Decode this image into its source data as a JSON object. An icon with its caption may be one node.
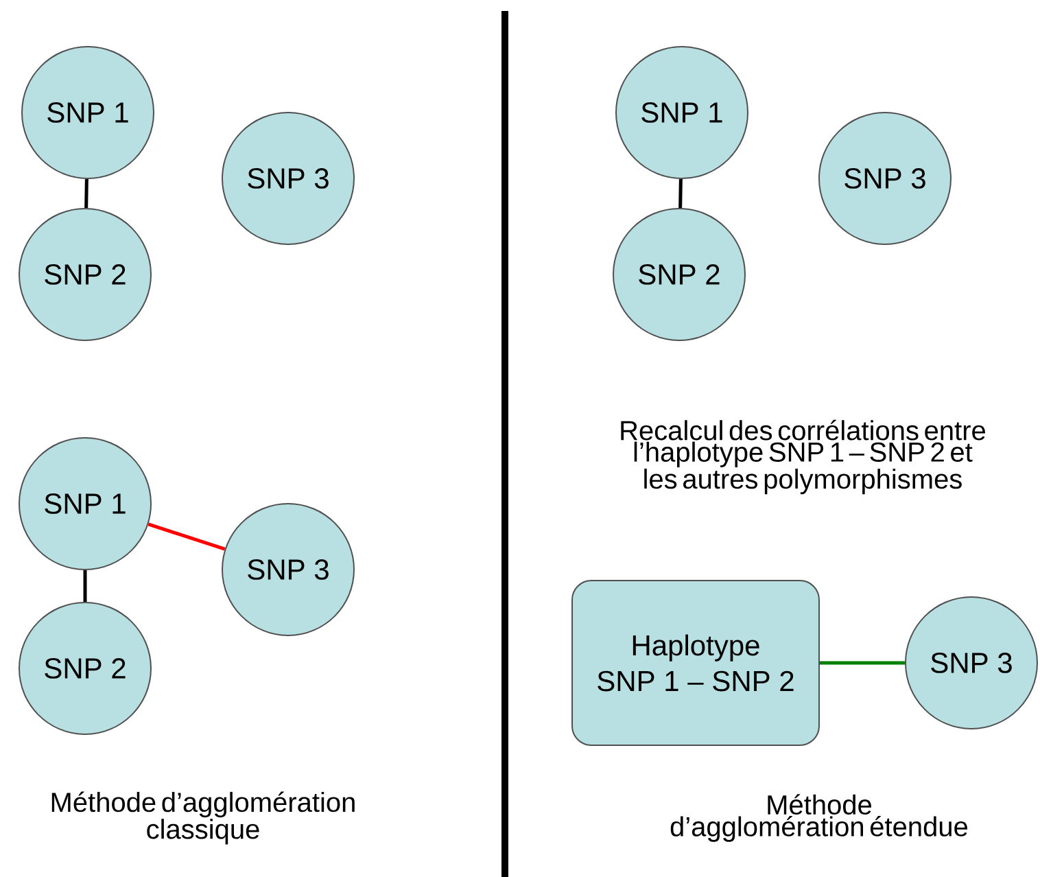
{
  "diagram": {
    "nodes": [
      {
        "text": [
          "SNP 1"
        ]
      },
      {
        "text": [
          "SNP 2"
        ]
      },
      {
        "text": [
          "SNP 3"
        ]
      },
      {
        "text": [
          "SNP 1"
        ]
      },
      {
        "text": [
          "SNP 2"
        ]
      },
      {
        "text": [
          "SNP 3"
        ]
      },
      {
        "text": [
          "SNP 1"
        ]
      },
      {
        "text": [
          "SNP 3"
        ]
      },
      {
        "text": [
          "SNP 2"
        ]
      },
      {
        "text": [
          "Haplotype SNP 1 – SNP 2"
        ]
      },
      {
        "text": [
          "SNP 3"
        ]
      }
    ],
    "edges": [
      {
        "from": 0,
        "to": 1,
        "arrow": "none"
      },
      {
        "from": 3,
        "to": 4,
        "arrow": "none"
      },
      {
        "from": 6,
        "to": 7,
        "arrow": "none",
        "color": "#ff0000"
      },
      {
        "from": 6,
        "to": 8,
        "arrow": "none"
      },
      {
        "from": 9,
        "to": 10,
        "arrow": "none",
        "color": "#008000"
      }
    ],
    "labels": [
      "Recalcul des corrélations entre l’haplotype SNP 1 – SNP 2 et les autres polymorphismes",
      "Méthode d’agglomération classique",
      "Méthode d’agglomération étendue"
    ]
  }
}
